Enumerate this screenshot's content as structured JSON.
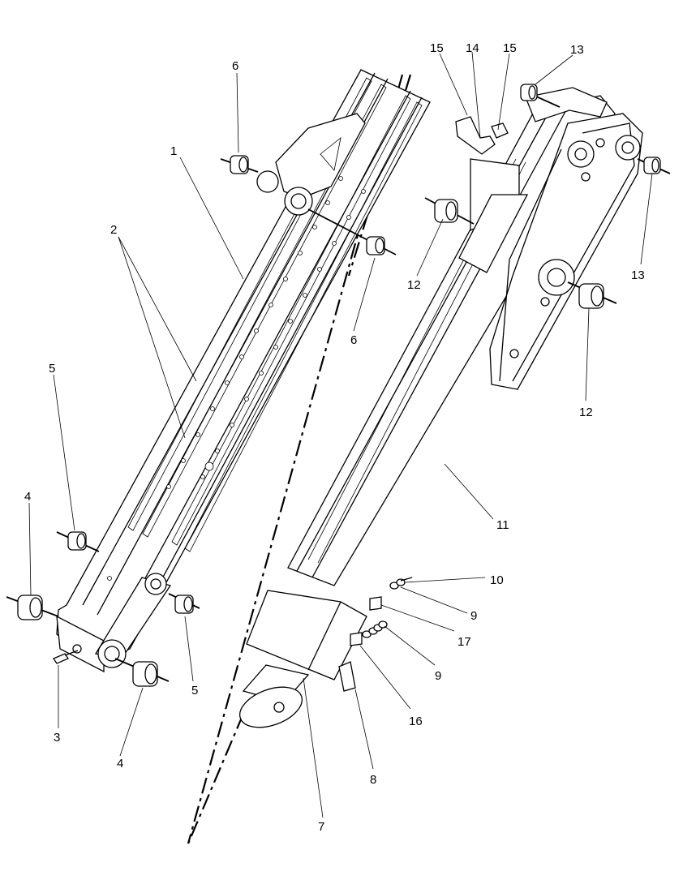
{
  "callouts": {
    "c1": "1",
    "c2": "2",
    "c3": "3",
    "c4a": "4",
    "c4b": "4",
    "c5a": "5",
    "c5b": "5",
    "c6a": "6",
    "c6b": "6",
    "c7": "7",
    "c8": "8",
    "c9a": "9",
    "c9b": "9",
    "c10": "10",
    "c11": "11",
    "c12a": "12",
    "c12b": "12",
    "c13a": "13",
    "c13b": "13",
    "c14": "14",
    "c15a": "15",
    "c15b": "15",
    "c16": "16",
    "c17": "17"
  }
}
